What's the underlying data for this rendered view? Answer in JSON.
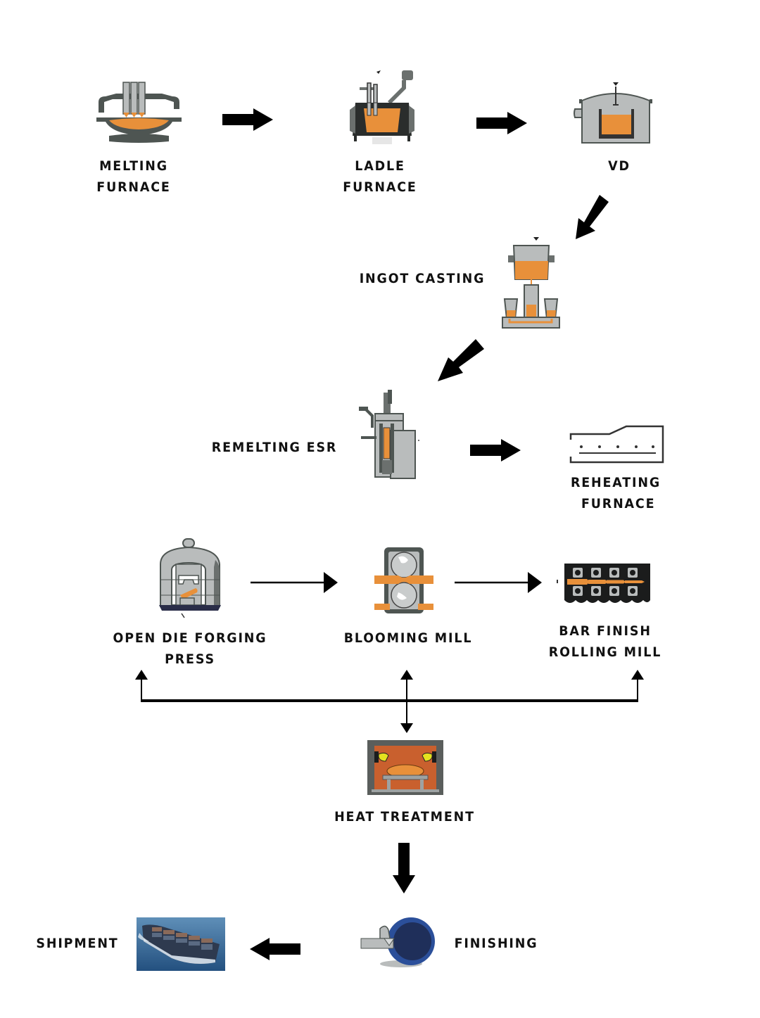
{
  "diagram": {
    "title": "Steel production process flow",
    "colors": {
      "molten_metal": "#e8903a",
      "equipment_dark": "#4e5552",
      "equipment_light": "#b9bcbc",
      "arrow": "#000000",
      "finishing_blue": "#2b4f9a",
      "heat_glow": "#e5e21f",
      "furnace_interior": "#c9602e"
    },
    "steps": [
      {
        "id": "melting-furnace",
        "lines": [
          "MELTING",
          "FURNACE"
        ],
        "icon": "electric-arc-furnace-icon"
      },
      {
        "id": "ladle-furnace",
        "lines": [
          "LADLE",
          "FURNACE"
        ],
        "icon": "ladle-furnace-icon"
      },
      {
        "id": "vd",
        "lines": [
          "VD"
        ],
        "icon": "vacuum-degassing-icon"
      },
      {
        "id": "ingot-casting",
        "lines": [
          "INGOT CASTING"
        ],
        "icon": "ingot-casting-icon"
      },
      {
        "id": "remelting-esr",
        "lines": [
          "REMELTING ESR"
        ],
        "icon": "esr-remelting-icon"
      },
      {
        "id": "reheating-furnace",
        "lines": [
          "REHEATING",
          "FURNACE"
        ],
        "icon": "reheating-furnace-icon"
      },
      {
        "id": "open-die-forging-press",
        "lines": [
          "OPEN DIE FORGING",
          "PRESS"
        ],
        "icon": "forging-press-icon"
      },
      {
        "id": "blooming-mill",
        "lines": [
          "BLOOMING MILL"
        ],
        "icon": "blooming-mill-icon"
      },
      {
        "id": "bar-finish-rolling-mill",
        "lines": [
          "BAR FINISH",
          "ROLLING MILL"
        ],
        "icon": "rolling-mill-icon"
      },
      {
        "id": "heat-treatment",
        "lines": [
          "HEAT TREATMENT"
        ],
        "icon": "heat-treatment-furnace-icon"
      },
      {
        "id": "finishing",
        "lines": [
          "FINISHING"
        ],
        "icon": "finishing-machine-icon"
      },
      {
        "id": "shipment",
        "lines": [
          "SHIPMENT"
        ],
        "icon": "container-ship-icon"
      }
    ],
    "connections": [
      {
        "from": "melting-furnace",
        "to": "ladle-furnace",
        "style": "bold"
      },
      {
        "from": "ladle-furnace",
        "to": "vd",
        "style": "bold"
      },
      {
        "from": "vd",
        "to": "ingot-casting",
        "style": "bold"
      },
      {
        "from": "ingot-casting",
        "to": "remelting-esr",
        "style": "bold"
      },
      {
        "from": "remelting-esr",
        "to": "reheating-furnace",
        "style": "bold"
      },
      {
        "from": "open-die-forging-press",
        "to": "blooming-mill",
        "style": "thin"
      },
      {
        "from": "blooming-mill",
        "to": "bar-finish-rolling-mill",
        "style": "thin"
      },
      {
        "from": "heat-treatment",
        "to": "open-die-forging-press",
        "style": "thin-bus"
      },
      {
        "from": "heat-treatment",
        "to": "blooming-mill",
        "style": "thin-bus-bidirectional"
      },
      {
        "from": "heat-treatment",
        "to": "bar-finish-rolling-mill",
        "style": "thin-bus"
      },
      {
        "from": "heat-treatment",
        "to": "finishing",
        "style": "bold"
      },
      {
        "from": "finishing",
        "to": "shipment",
        "style": "bold"
      }
    ]
  }
}
